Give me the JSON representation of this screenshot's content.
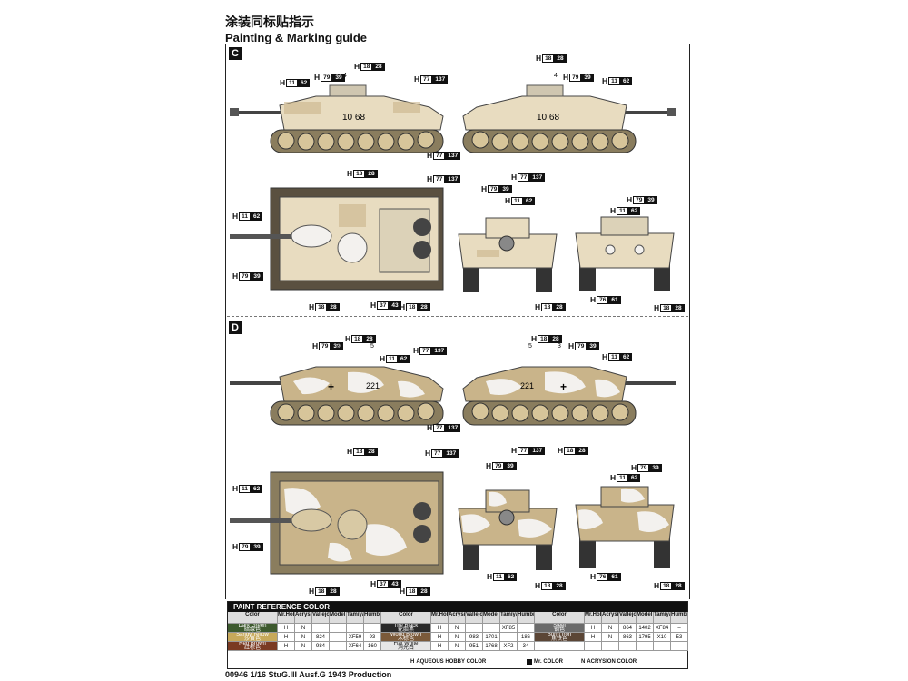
{
  "titles": {
    "cn": "涂装同标贴指示",
    "en": "Painting & Marking guide"
  },
  "sections": {
    "c": "C",
    "d": "D"
  },
  "colors": {
    "dark_yellow": "#e8dcc0",
    "white": "#f3f1ee",
    "brown": "#8a6a42",
    "tan": "#c9b48a"
  },
  "vehicle": {
    "number_c": "10 68",
    "number_d": "221"
  },
  "tags": {
    "c": [
      {
        "h": "H",
        "code": "18",
        "code2": "28"
      },
      {
        "h": "H",
        "code": "79",
        "code2": "39"
      },
      {
        "h": "H",
        "code": "11",
        "code2": "62"
      },
      {
        "h": "H",
        "code": "77",
        "code2": "137"
      },
      {
        "h": "H",
        "code": "37",
        "code2": "43"
      },
      {
        "h": "H",
        "code": "76",
        "code2": "61"
      }
    ],
    "d": [
      {
        "h": "H",
        "code": "79",
        "code2": "39"
      },
      {
        "h": "H",
        "code": "18",
        "code2": "28"
      },
      {
        "h": "H",
        "code": "11",
        "code2": "62"
      },
      {
        "h": "H",
        "code": "77",
        "code2": "137"
      }
    ]
  },
  "small_nums": {
    "n3": "3",
    "n4": "4",
    "n5": "5"
  },
  "reference": {
    "title": "PAINT  REFERENCE COLOR",
    "headers": [
      "Color",
      "Mr.Hobby",
      "Acrysion",
      "Vallejo",
      "Model Master",
      "Tamiya",
      "Humbrol"
    ],
    "group1": [
      {
        "name": "Dark Green",
        "sub": "暗绿色",
        "swatch": "#3d5a2e",
        "hobby": "H",
        "acry": "N",
        "vall": "",
        "mm": "",
        "tam": "",
        "hum": ""
      },
      {
        "name": "Sandy Yellow",
        "sub": "沙黄色",
        "swatch": "#c7a95a",
        "hobby": "H",
        "acry": "N",
        "vall": "824",
        "mm": "",
        "tam": "XF59",
        "hum": "93"
      },
      {
        "name": "Red Brown",
        "sub": "红棕色",
        "swatch": "#7a3a22",
        "hobby": "H",
        "acry": "N",
        "vall": "984",
        "mm": "",
        "tam": "XF64",
        "hum": "160"
      }
    ],
    "group2": [
      {
        "name": "Tire Black",
        "sub": "轮胎黑",
        "swatch": "#2a2a2a",
        "hobby": "H",
        "acry": "N",
        "vall": "",
        "mm": "",
        "tam": "XF85",
        "hum": ""
      },
      {
        "name": "Wood Brown",
        "sub": "木棕色",
        "swatch": "#7b5a3a",
        "hobby": "H",
        "acry": "N",
        "vall": "983",
        "mm": "1701",
        "tam": "",
        "hum": "186"
      },
      {
        "name": "Flat White",
        "sub": "消光白",
        "swatch": "#e6e6e6",
        "hobby": "H",
        "acry": "N",
        "vall": "951",
        "mm": "1768",
        "tam": "XF2",
        "hum": "34"
      }
    ],
    "group3": [
      {
        "name": "Steel",
        "sub": "钢色",
        "swatch": "#6b6b6b",
        "hobby": "H",
        "acry": "N",
        "vall": "864",
        "mm": "1402",
        "tam": "XF84",
        "hum": "–"
      },
      {
        "name": "Burnt Iron",
        "sub": "焦铁色",
        "swatch": "#5b4636",
        "hobby": "H",
        "acry": "N",
        "vall": "863",
        "mm": "1795",
        "tam": "X10",
        "hum": "53"
      },
      {
        "name": "",
        "sub": "",
        "swatch": "#ffffff",
        "hobby": "",
        "acry": "",
        "vall": "",
        "mm": "",
        "tam": "",
        "hum": ""
      }
    ],
    "legend": {
      "aqueous": "AQUEOUS HOBBY COLOR",
      "mr": "Mr. COLOR",
      "acrysion": "ACRYSION COLOR"
    }
  },
  "footer": "00946 1/16 StuG.III Ausf.G 1943 Production"
}
